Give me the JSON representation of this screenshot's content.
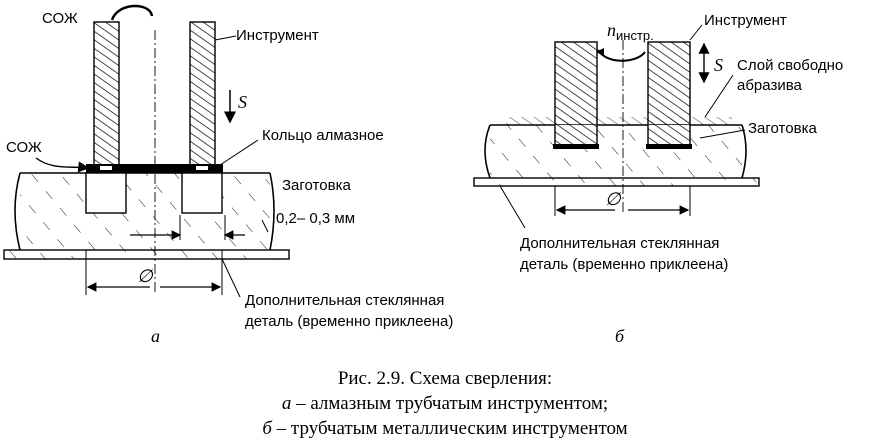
{
  "figure_a": {
    "coolant_top": "СОЖ",
    "coolant_side": "СОЖ",
    "tool": "Инструмент",
    "feed": "S",
    "ring": "Кольцо алмазное",
    "workpiece": "Заготовка",
    "gap": "0,2– 0,3 мм",
    "diameter": "∅",
    "glass_line1": "Дополнительная стеклянная",
    "glass_line2": "деталь (временно приклеена)",
    "letter": "а"
  },
  "figure_b": {
    "rotation": "n",
    "rotation_sub": "инстр.",
    "tool": "Инструмент",
    "feed": "S",
    "abrasive_line1": "Слой свободно",
    "abrasive_line2": "абразива",
    "workpiece": "Заготовка",
    "diameter": "∅",
    "glass_line1": "Дополнительная стеклянная",
    "glass_line2": "деталь (временно приклеена)",
    "letter": "б"
  },
  "caption": {
    "title": "Рис. 2.9. Схема сверления:",
    "line_a_letter": "а",
    "line_a_text": " – алмазным трубчатым инструментом;",
    "line_b_letter": "б",
    "line_b_text": " – трубчатым металлическим инструментом"
  }
}
